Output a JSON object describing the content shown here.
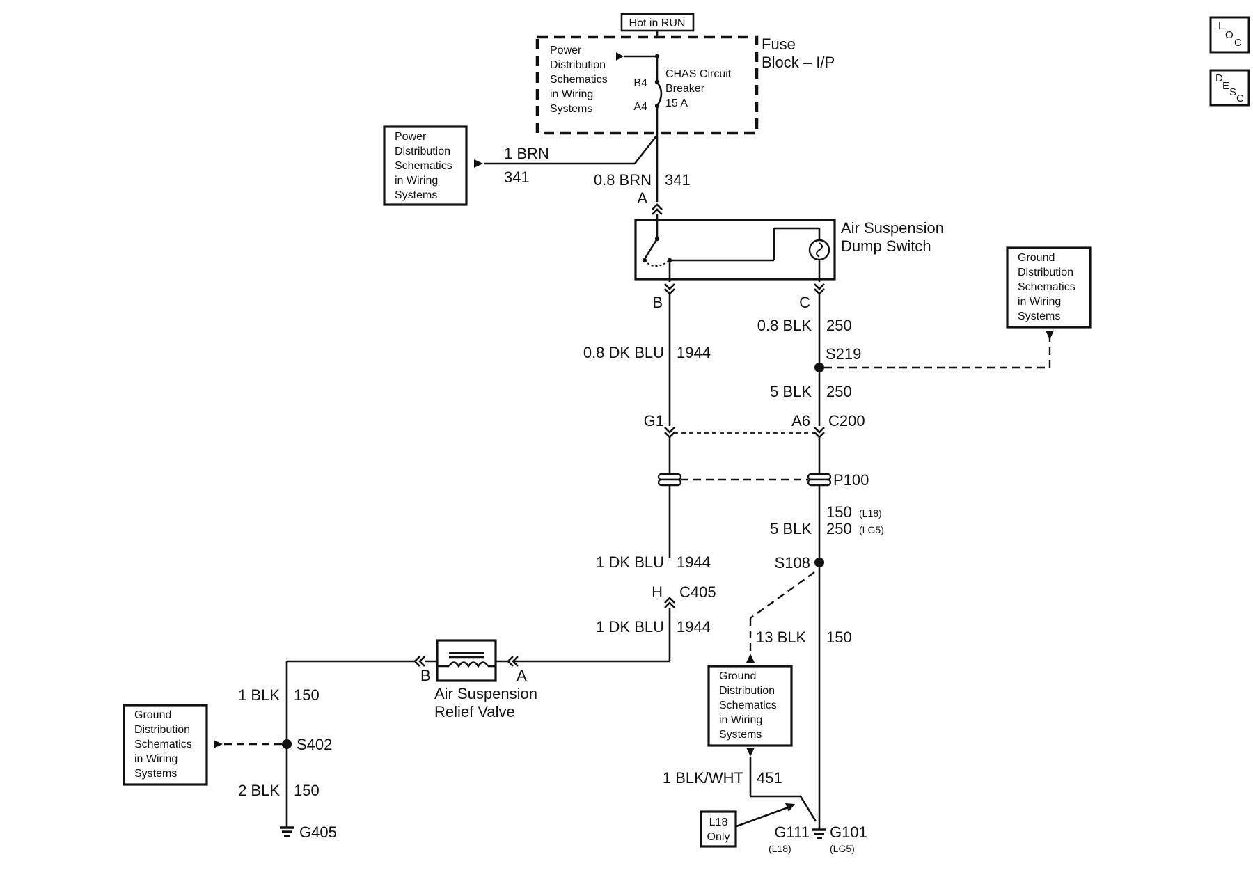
{
  "fuse_block": {
    "hot_label": "Hot in RUN",
    "title_line1": "Fuse",
    "title_line2": "Block – I/P",
    "ref_lines": [
      "Power",
      "Distribution",
      "Schematics",
      "in Wiring",
      "Systems"
    ],
    "breaker_lines": [
      "CHAS Circuit",
      "Breaker",
      "15 A"
    ],
    "pin_b4": "B4",
    "pin_a4": "A4"
  },
  "left_power_ref": {
    "lines": [
      "Power",
      "Distribution",
      "Schematics",
      "in Wiring",
      "Systems"
    ],
    "wire": "1 BRN",
    "circuit": "341"
  },
  "feed": {
    "wire": "0.8 BRN",
    "circuit": "341",
    "pin": "A"
  },
  "dump_switch": {
    "title_line1": "Air Suspension",
    "title_line2": "Dump Switch",
    "pin_b": "B",
    "pin_c": "C"
  },
  "right_ground_ref": {
    "lines": [
      "Ground",
      "Distribution",
      "Schematics",
      "in Wiring",
      "Systems"
    ]
  },
  "labels": {
    "blk_08": "0.8 BLK",
    "c250_a": "250",
    "dkblu_08": "0.8 DK BLU",
    "c1944_a": "1944",
    "s219": "S219",
    "blk_5a": "5 BLK",
    "c250_b": "250",
    "g1": "G1",
    "a6": "A6",
    "c200": "C200",
    "p100": "P100",
    "c150_l18": "150",
    "l18_a": "(L18)",
    "blk_5b": "5 BLK",
    "c250_lg5": "250",
    "lg5_a": "(LG5)",
    "dkblu_1a": "1 DK BLU",
    "c1944_b": "1944",
    "s108": "S108",
    "h": "H",
    "c405": "C405",
    "dkblu_1b": "1 DK BLU",
    "c1944_c": "1944",
    "blk_13": "13 BLK",
    "c150_a": "150",
    "pin_b": "B",
    "pin_a": "A",
    "blk_1": "1 BLK",
    "c150_b": "150",
    "s402": "S402",
    "blk_2": "2 BLK",
    "c150_c": "150",
    "g405": "G405",
    "blkwht": "1 BLK/WHT",
    "c451": "451",
    "g111": "G111",
    "l18_b": "(L18)",
    "g101": "G101",
    "lg5_b": "(LG5)"
  },
  "relief_valve": {
    "title_line1": "Air Suspension",
    "title_line2": "Relief Valve"
  },
  "left_ground_ref": {
    "lines": [
      "Ground",
      "Distribution",
      "Schematics",
      "in Wiring",
      "Systems"
    ]
  },
  "bottom_ground_ref": {
    "lines": [
      "Ground",
      "Distribution",
      "Schematics",
      "in Wiring",
      "Systems"
    ]
  },
  "l18_only": {
    "line1": "L18",
    "line2": "Only"
  },
  "side_icons": {
    "loc": {
      "l": "L",
      "o": "O",
      "c": "C"
    },
    "desc": {
      "d": "D",
      "e": "E",
      "s": "S",
      "c": "C"
    }
  }
}
